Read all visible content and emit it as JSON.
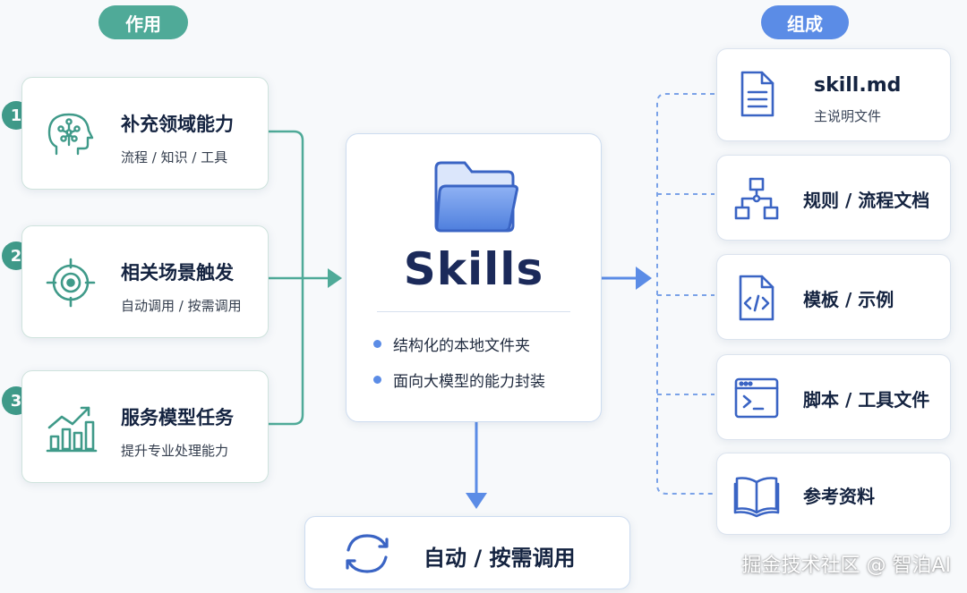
{
  "labels": {
    "left_header": "作用",
    "right_header": "组成"
  },
  "purposes": [
    {
      "number": "1",
      "title": "补充领域能力",
      "subtitle": "流程 / 知识 / 工具",
      "icon": "brain-network-icon"
    },
    {
      "number": "2",
      "title": "相关场景触发",
      "subtitle": "自动调用 / 按需调用",
      "icon": "target-icon"
    },
    {
      "number": "3",
      "title": "服务模型任务",
      "subtitle": "提升专业处理能力",
      "icon": "bar-chart-growth-icon"
    }
  ],
  "skills": {
    "title": "Skills",
    "icon": "folder-icon",
    "bullets": [
      "结构化的本地文件夹",
      "面向大模型的能力封装"
    ]
  },
  "components": [
    {
      "title": "skill.md",
      "subtitle": "主说明文件",
      "icon": "document-icon"
    },
    {
      "title": "规则 / 流程文档",
      "icon": "flowchart-icon"
    },
    {
      "title": "模板 / 示例",
      "icon": "code-file-icon"
    },
    {
      "title": "脚本 / 工具文件",
      "icon": "terminal-icon"
    },
    {
      "title": "参考资料",
      "icon": "book-icon"
    }
  ],
  "invoke": {
    "label": "自动 / 按需调用",
    "icon": "refresh-cycle-icon"
  },
  "watermark": "掘金技术社区 @ 智泊AI",
  "colors": {
    "green": "#4faa98",
    "blue": "#5b8ce6",
    "dark_text": "#142340"
  }
}
